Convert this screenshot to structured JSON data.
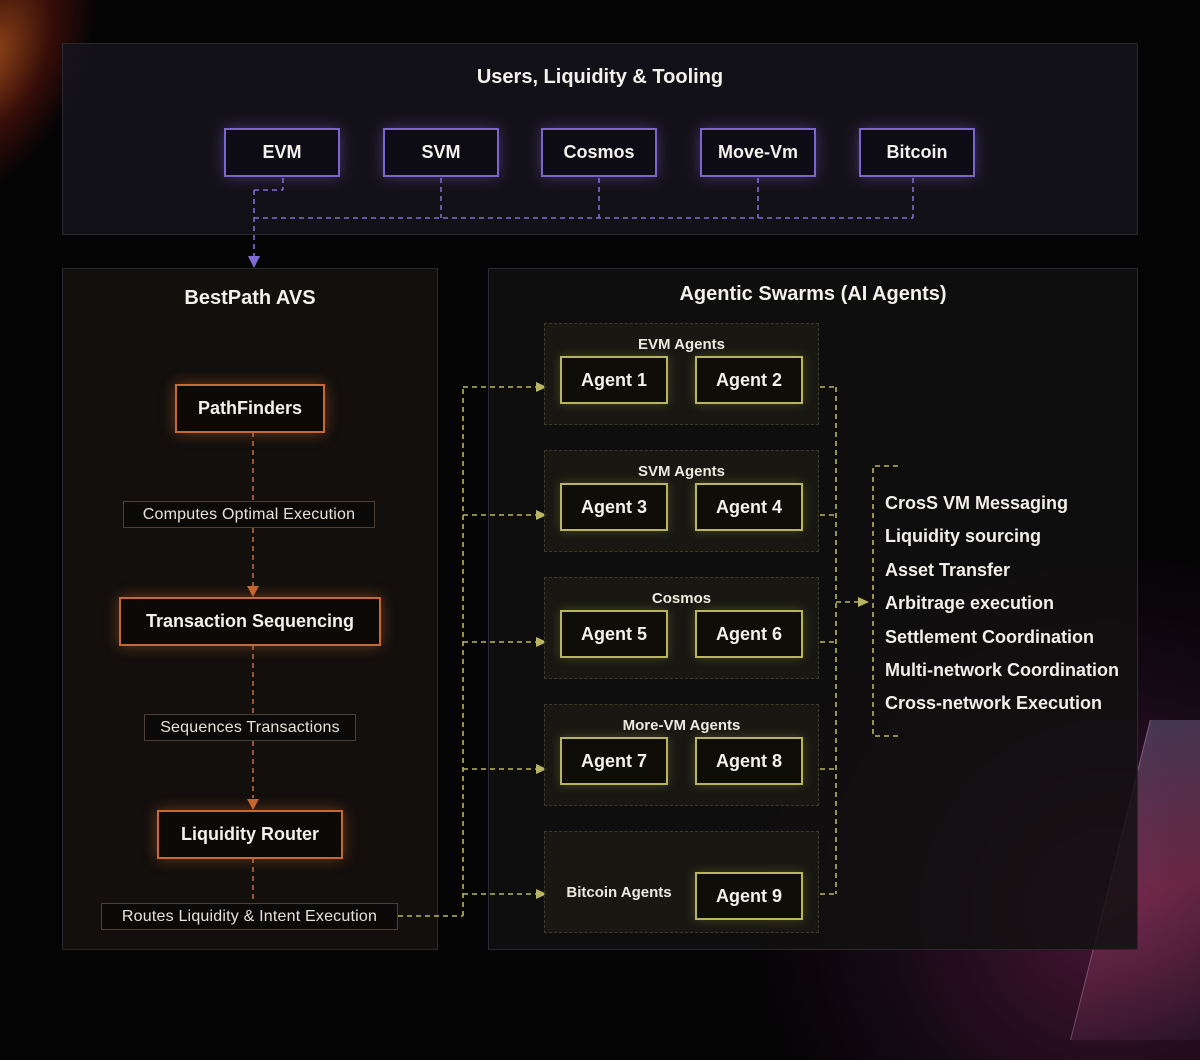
{
  "top": {
    "title": "Users, Liquidity & Tooling",
    "chains": [
      "EVM",
      "SVM",
      "Cosmos",
      "Move-Vm",
      "Bitcoin"
    ]
  },
  "left": {
    "title": "BestPath AVS",
    "steps": {
      "pathfinders": "PathFinders",
      "sequencing": "Transaction Sequencing",
      "router": "Liquidity Router"
    },
    "labels": {
      "compute": "Computes Optimal Execution",
      "sequence": "Sequences Transactions",
      "routes": "Routes Liquidity & Intent Execution"
    }
  },
  "right": {
    "title": "Agentic Swarms (AI Agents)",
    "groups": [
      {
        "name": "EVM Agents",
        "agents": [
          "Agent 1",
          "Agent 2"
        ]
      },
      {
        "name": "SVM Agents",
        "agents": [
          "Agent 3",
          "Agent 4"
        ]
      },
      {
        "name": "Cosmos",
        "agents": [
          "Agent 5",
          "Agent 6"
        ]
      },
      {
        "name": "More-VM Agents",
        "agents": [
          "Agent 7",
          "Agent 8"
        ]
      },
      {
        "name": "Bitcoin Agents",
        "agents": [
          "Agent 9"
        ]
      }
    ],
    "capabilities": [
      "CrosS VM Messaging",
      "Liquidity sourcing",
      "Asset Transfer",
      "Arbitrage execution",
      "Settlement Coordination",
      "Multi-network Coordination",
      "Cross-network Execution"
    ]
  },
  "colors": {
    "chain_border": "#7b64cc",
    "process_border": "#c46a32",
    "agent_border": "#b9b55e",
    "background": "#050405"
  }
}
